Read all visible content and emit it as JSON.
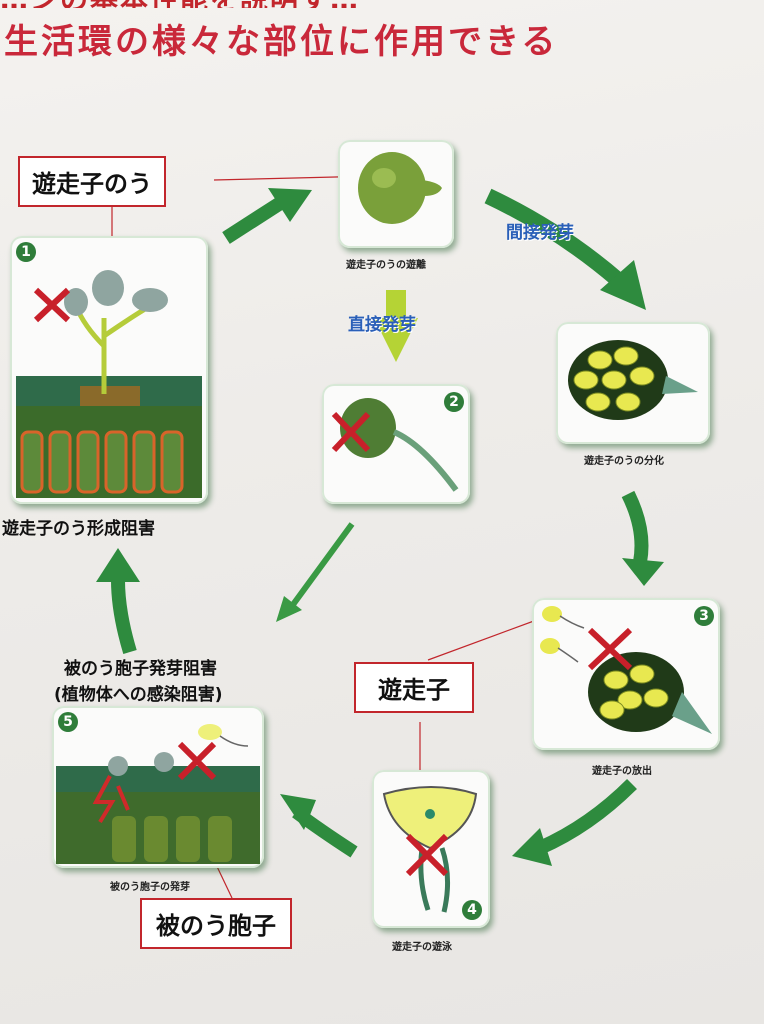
{
  "header": {
    "top_line": "…ンの基本性能を説明す…",
    "main_line": "生活環の様々な部位に作用できる"
  },
  "labels": {
    "zoosporangium": "遊走子のう",
    "zoospore": "遊走子",
    "oospore": "被のう胞子"
  },
  "stages": {
    "s1": {
      "number": "1",
      "caption": "遊走子のう形成阻害"
    },
    "sporangium_release": {
      "caption": "遊走子のうの遊離"
    },
    "s2": {
      "number": "2"
    },
    "differentiation": {
      "caption": "遊走子のうの分化"
    },
    "s3": {
      "number": "3",
      "caption": "遊走子の放出"
    },
    "s4": {
      "number": "4",
      "caption": "遊走子の遊泳"
    },
    "s5": {
      "number": "5",
      "caption": "被のう胞子の発芽"
    }
  },
  "arrows": {
    "indirect": "間接発芽",
    "direct": "直接発芽"
  },
  "inhibition_text": {
    "line1": "被のう胞子発芽阻害",
    "line2": "(植物体への感染阻害)"
  },
  "colors": {
    "arrow_green": "#2e8b3e",
    "cross_red": "#c8202a",
    "label_red": "#c2262c",
    "direct_arrow": "#b5d335"
  }
}
